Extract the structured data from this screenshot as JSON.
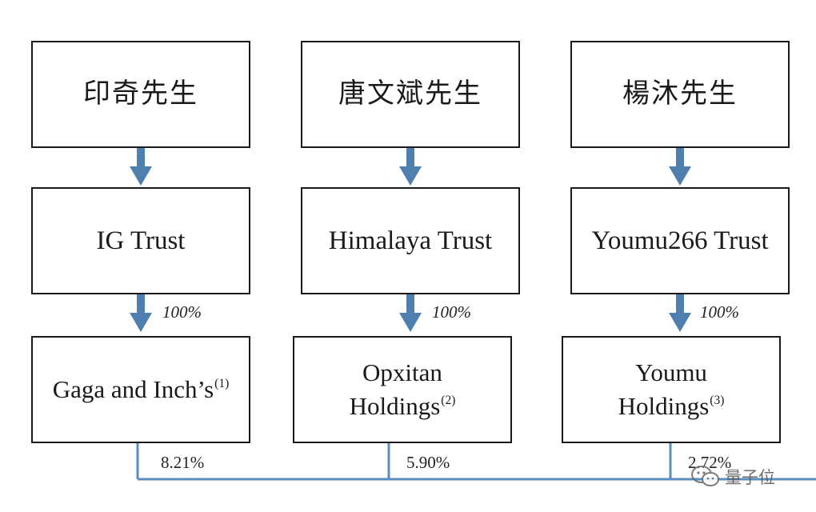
{
  "columns": [
    {
      "person": "印奇先生",
      "trust": "IG Trust",
      "trust_pct": "100%",
      "holding_line1": "Gaga and Inch’s",
      "holding_line2": "",
      "holding_note": "(1)",
      "stake_pct": "8.21%"
    },
    {
      "person": "唐文斌先生",
      "trust": "Himalaya Trust",
      "trust_pct": "100%",
      "holding_line1": "Opxitan",
      "holding_line2": "Holdings",
      "holding_note": "(2)",
      "stake_pct": "5.90%"
    },
    {
      "person": "楊沐先生",
      "trust": "Youmu266 Trust",
      "trust_pct": "100%",
      "holding_line1": "Youmu",
      "holding_line2": "Holdings",
      "holding_note": "(3)",
      "stake_pct": "2.72%"
    }
  ],
  "watermark": {
    "text": "量子位",
    "icon": "wechat-icon"
  },
  "colors": {
    "arrow": "#4f7fae",
    "line": "#5b8ec0",
    "border": "#1a1a1a"
  }
}
